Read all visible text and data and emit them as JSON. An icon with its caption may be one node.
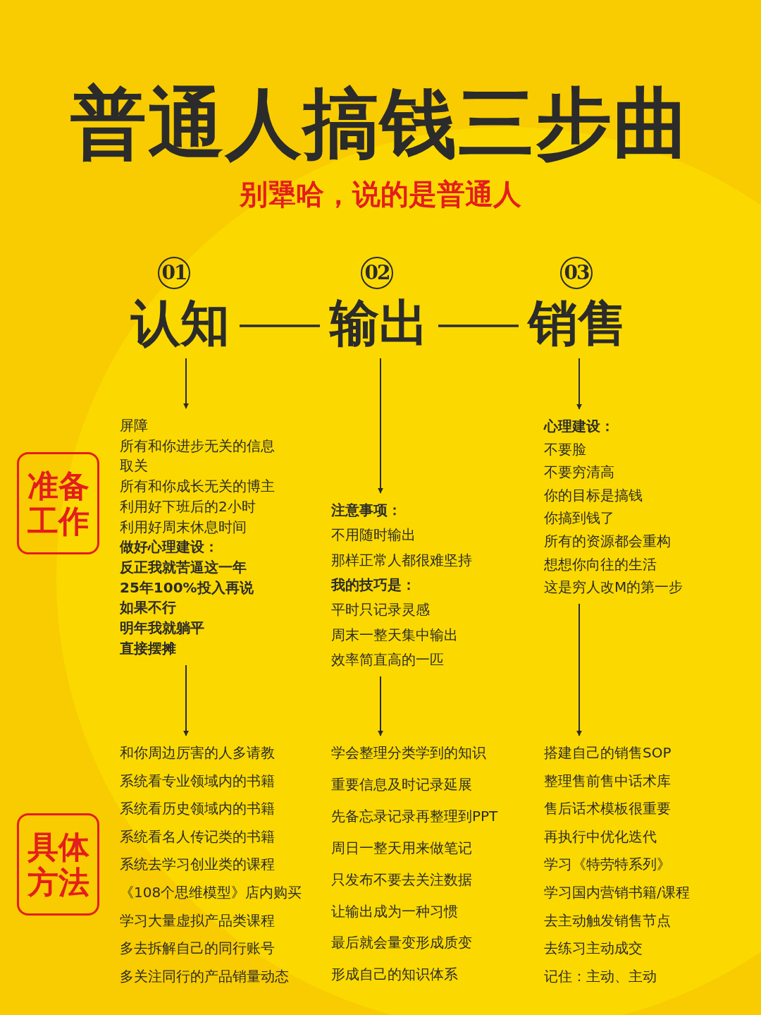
{
  "diagram": {
    "title": "普通人搞钱三步曲",
    "nodes": [
      {
        "text": [
          "认知"
        ],
        "beside": [
          "01"
        ]
      },
      {
        "text": [
          "输出"
        ],
        "beside": [
          "02"
        ]
      },
      {
        "text": [
          "销售"
        ],
        "beside": [
          "03"
        ]
      },
      {
        "text": [
          "准备工作"
        ]
      },
      {
        "text": [
          "屏障",
          "所有和你进步无关的信息",
          "取关",
          "所有和你成长无关的博主",
          "利用好下班后的2小时",
          "利用好周末休息时间",
          "做好心理建设：",
          "反正我就苦逼这一年",
          "25年100%投入再说",
          "如果不行",
          "明年我就躺平",
          "直接摆摊"
        ]
      },
      {
        "text": [
          "注意事项：",
          "不用随时输出",
          "那样正常人都很难坚持",
          "我的技巧是：",
          "平时只记录灵感",
          "周末一整天集中输出",
          "效率简直高的一匹"
        ]
      },
      {
        "text": [
          "心理建设：",
          "不要脸",
          "不要穷清高",
          "你的目标是搞钱",
          "你搞到钱了",
          "所有的资源都会重构",
          "想想你向往的生活",
          "这是穷人改M的第一步"
        ]
      },
      {
        "text": [
          "具体方法"
        ]
      },
      {
        "text": [
          "和你周边厉害的人多请教",
          "系统看专业领域内的书籍",
          "系统看历史领域内的书籍",
          "系统看名人传记类的书籍",
          "系统去学习创业类的课程",
          "《108个思维模型》店内购买",
          "学习大量虚拟产品类课程",
          "多去拆解自己的同行账号",
          "多关注同行的产品销量动态"
        ]
      },
      {
        "text": [
          "学会整理分类学到的知识",
          "重要信息及时记录延展",
          "先备忘录记录再整理到PPT",
          "周日一整天用来做笔记",
          "只发布不要去关注数据",
          "让输出成为一种习惯",
          "最后就会量变形成质变",
          "形成自己的知识体系"
        ]
      },
      {
        "text": [
          "搭建自己的销售SOP",
          "整理售前售中话术库",
          "售后话术模板很重要",
          "再执行中优化迭代",
          "学习《特劳特系列》",
          "学习国内营销书籍/课程",
          "去主动触发销售节点",
          "去练习主动成交",
          "记住：主动、主动"
        ]
      }
    ],
    "edges": [
      {
        "from": 0,
        "to": 1,
        "arrow": "none"
      },
      {
        "from": 1,
        "to": 2,
        "arrow": "none"
      },
      {
        "from": 0,
        "to": 4,
        "arrow": "to"
      },
      {
        "from": 1,
        "to": 5,
        "arrow": "to"
      },
      {
        "from": 2,
        "to": 6,
        "arrow": "to"
      },
      {
        "from": 4,
        "to": 8,
        "arrow": "to"
      },
      {
        "from": 5,
        "to": 9,
        "arrow": "to"
      },
      {
        "from": 6,
        "to": 10,
        "arrow": "to"
      }
    ],
    "labels": [
      "别犟哈，说的是普通人"
    ]
  }
}
